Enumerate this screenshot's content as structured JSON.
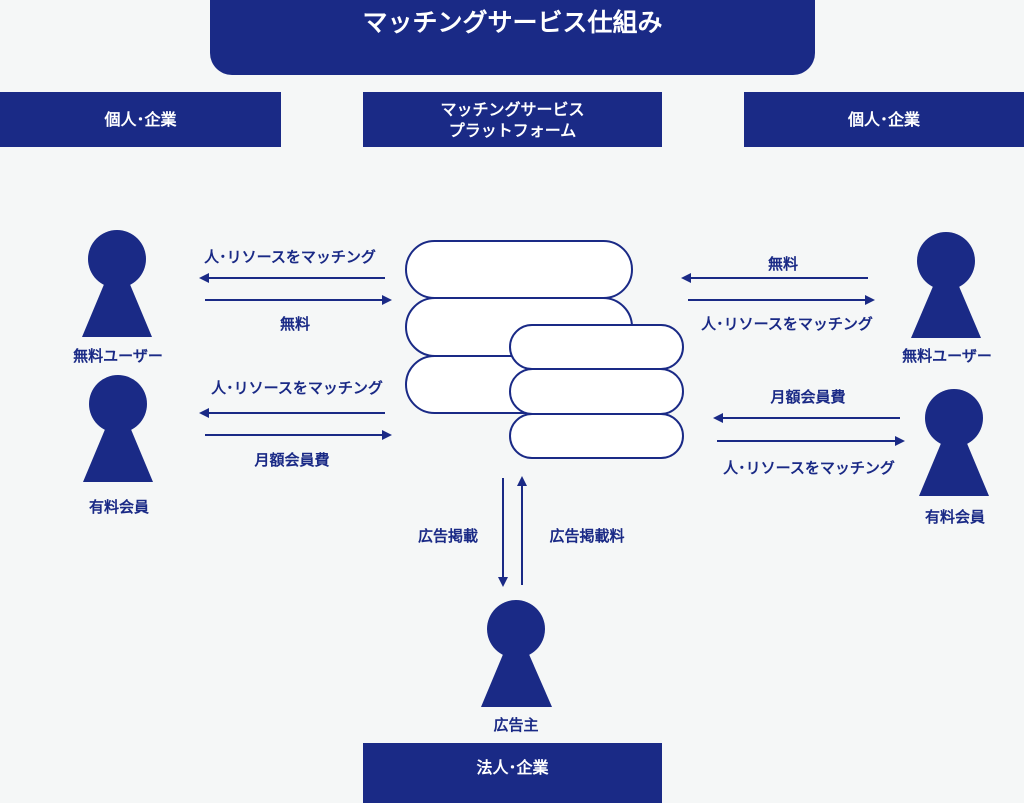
{
  "title": "マッチングサービス仕組み",
  "headers": {
    "left": "個人･企業",
    "center_line1": "マッチングサービス",
    "center_line2": "プラットフォーム",
    "right": "個人･企業",
    "bottom": "法人･企業"
  },
  "left": {
    "free_user": "無料ユーザー",
    "paid_member": "有料会員",
    "arrow1_label": "人･リソースをマッチング",
    "arrow2_label": "無料",
    "arrow3_label": "人･リソースをマッチング",
    "arrow4_label": "月額会員費"
  },
  "right": {
    "free_user": "無料ユーザー",
    "paid_member": "有料会員",
    "arrow1_label": "無料",
    "arrow2_label": "人･リソースをマッチング",
    "arrow3_label": "月額会員費",
    "arrow4_label": "人･リソースをマッチング"
  },
  "bottom": {
    "advertiser": "広告主",
    "down_label": "広告掲載",
    "up_label": "広告掲載料"
  },
  "colors": {
    "primary": "#1a2a86",
    "background": "#f5f7f7"
  }
}
